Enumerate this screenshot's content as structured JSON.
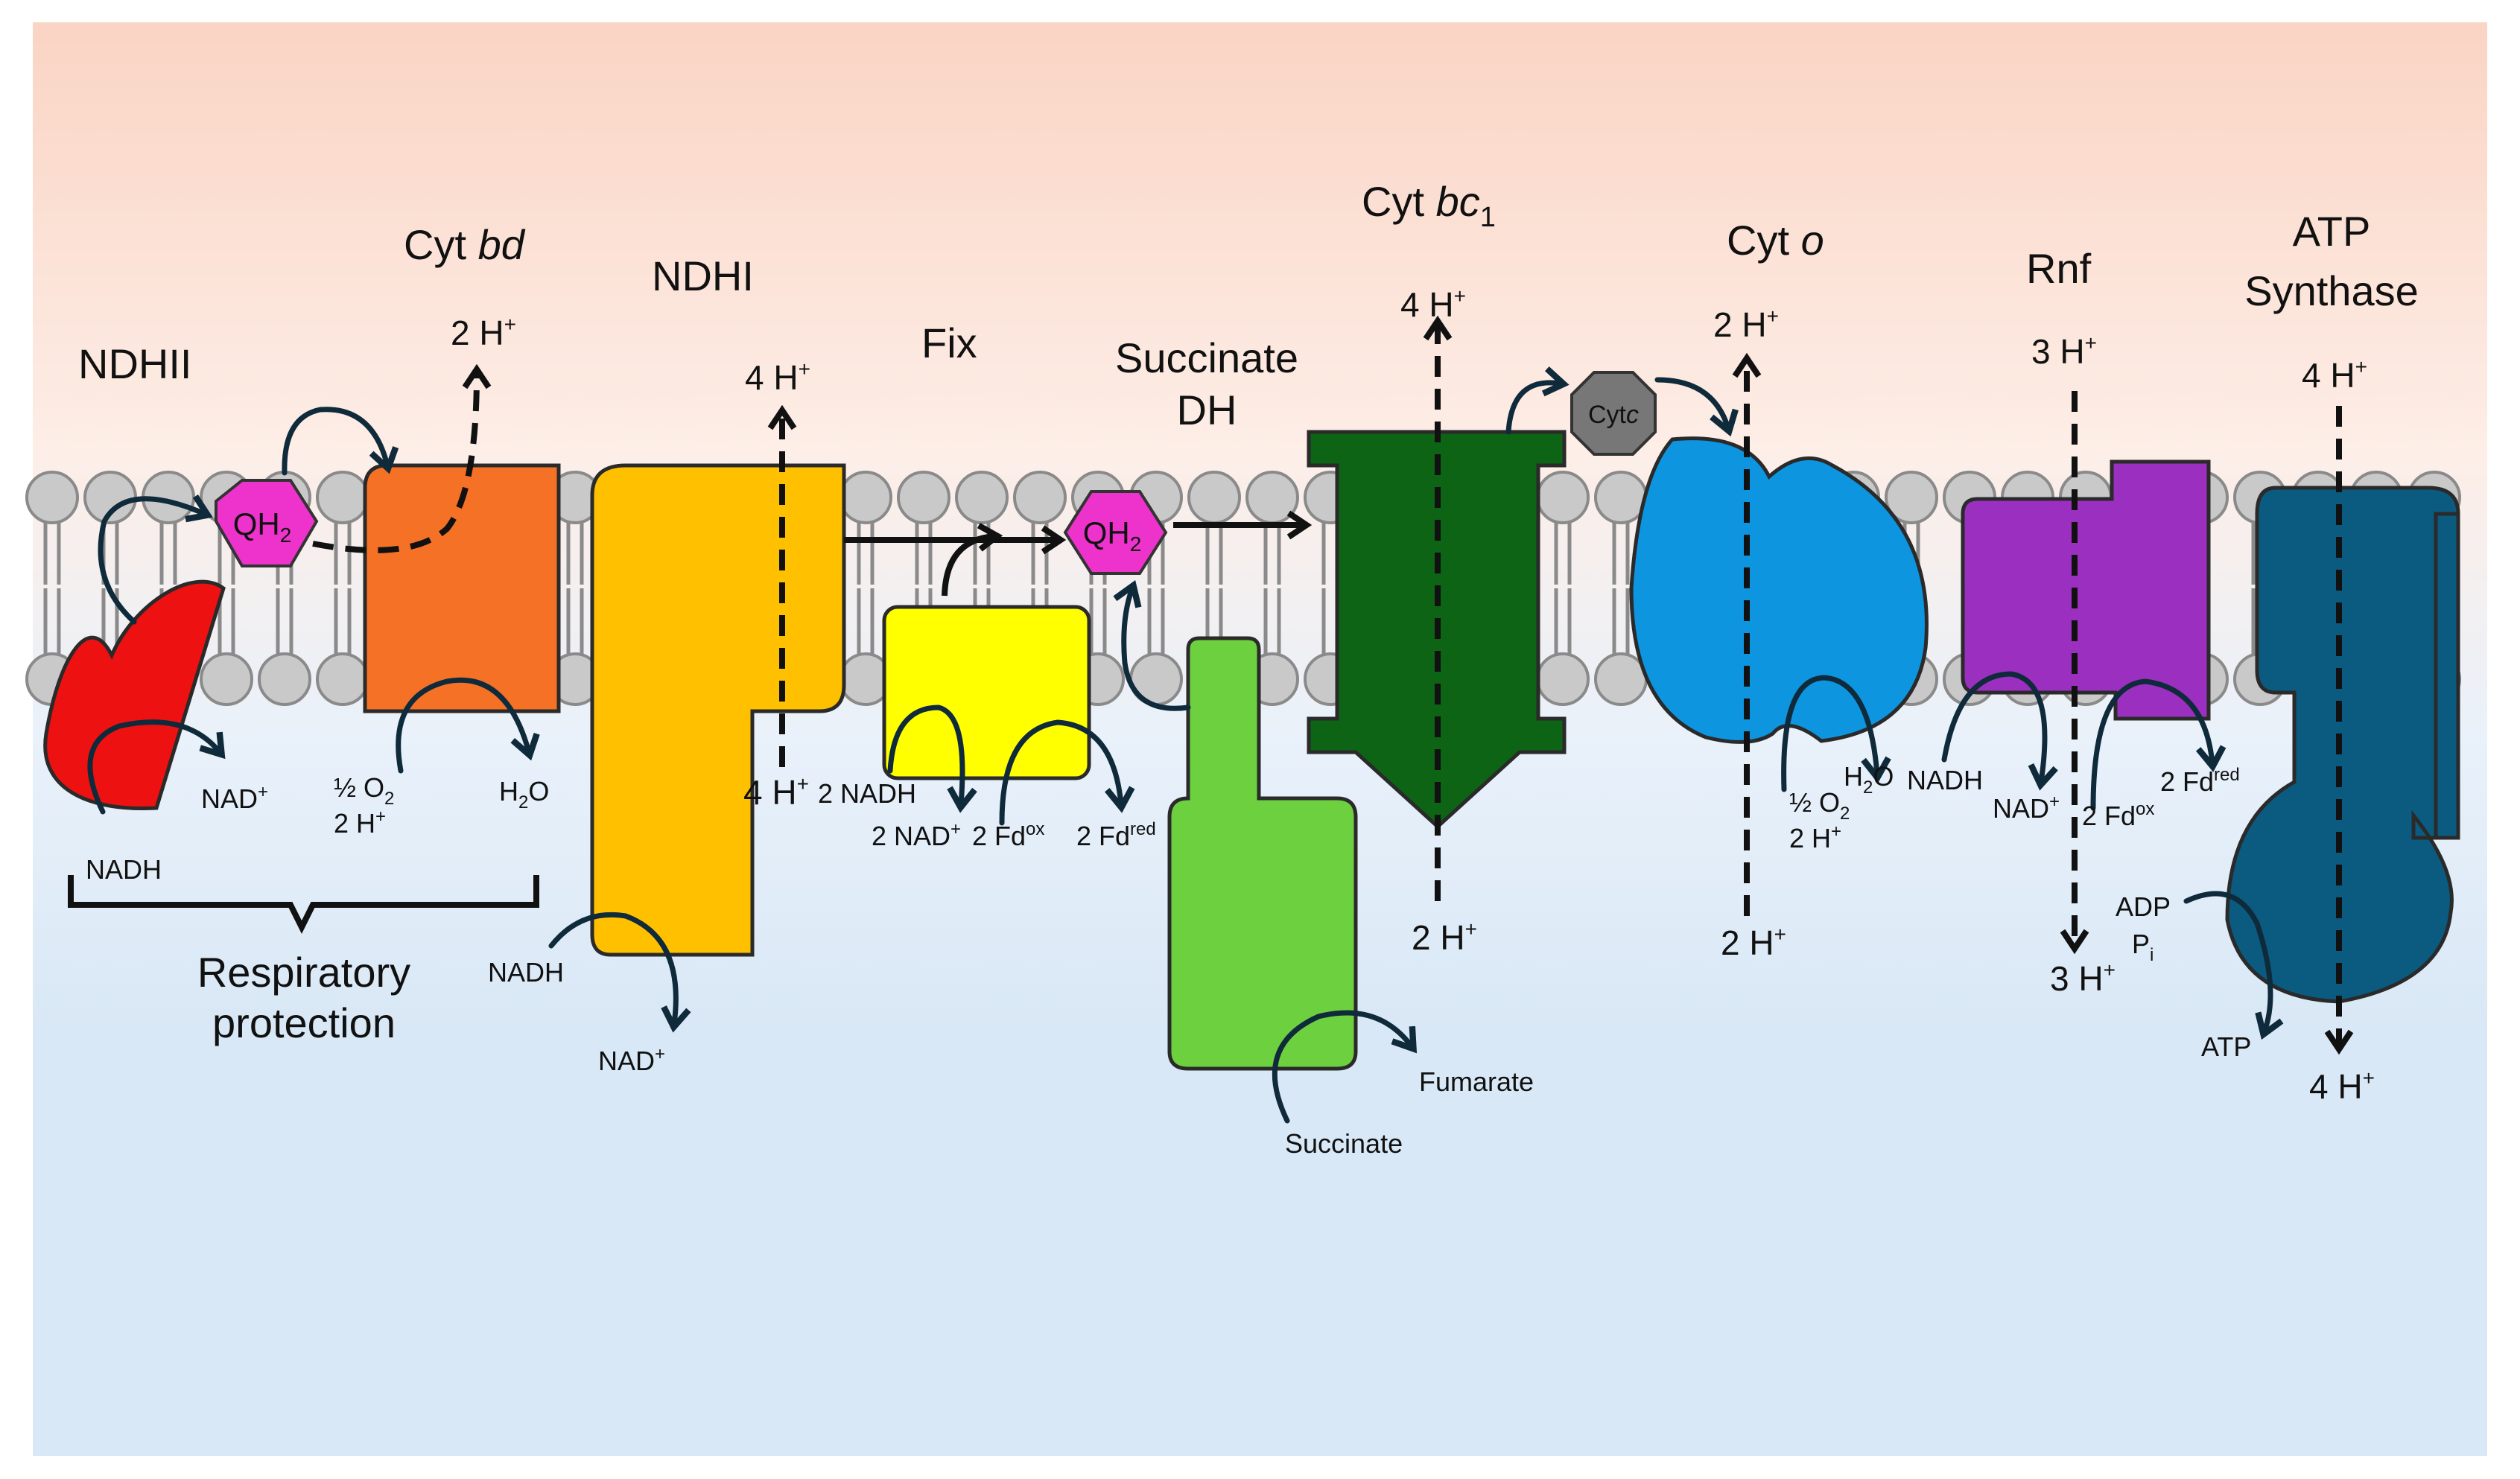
{
  "labels": {
    "ndhii": "NDHII",
    "cyt_bd_prefix": "Cyt ",
    "cyt_bd_italic": "bd",
    "ndhi": "NDHI",
    "fix": "Fix",
    "succ_dh_1": "Succinate",
    "succ_dh_2": "DH",
    "cyt_bc1_prefix": "Cyt ",
    "cyt_bc1_italic": "bc",
    "cyt_bc1_sub": "1",
    "cyt_o_prefix": "Cyt ",
    "cyt_o_italic": "o",
    "rnf": "Rnf",
    "atp_1": "ATP",
    "atp_2": "Synthase",
    "resp_1": "Respiratory",
    "resp_2": "protection"
  },
  "badges": {
    "qh2_main": "QH",
    "qh2_sub": "2",
    "cytc_main": "Cyt",
    "cytc_italic": "c"
  },
  "protons": {
    "cyt_bd_out": "2 H",
    "ndhi_out": "4 H",
    "ndhi_in": "4 H",
    "bc1_out": "4 H",
    "bc1_in": "2 H",
    "cyto_out": "2 H",
    "cyto_in": "2 H",
    "rnf_out": "3 H",
    "rnf_in": "3 H",
    "atp_out": "4 H",
    "atp_in": "4 H",
    "plus": "+"
  },
  "metabolites": {
    "ndhii_nad": "NAD",
    "ndhii_nadh": "NADH",
    "bd_o2_a": "½ O",
    "bd_o2_sub": "2",
    "bd_2h": "2 H",
    "bd_h2o_a": "H",
    "bd_h2o_sub": "2",
    "bd_h2o_b": "O",
    "ndhi_nadh": "NADH",
    "ndhi_nad": "NAD",
    "fix_2nadh": "2 NADH",
    "fix_2nad": "2 NAD",
    "fix_fdox": "2 Fd",
    "fix_fdox_sup": "ox",
    "fix_fdred": "2 Fd",
    "fix_fdred_sup": "red",
    "succinate": "Succinate",
    "fumarate": "Fumarate",
    "cyto_h2o_a": "H",
    "cyto_h2o_sub": "2",
    "cyto_h2o_b": "O",
    "cyto_o2_a": "½ O",
    "cyto_o2_sub": "2",
    "cyto_2h": "2 H",
    "rnf_nadh": "NADH",
    "rnf_nad": "NAD",
    "rnf_fdox": "2 Fd",
    "rnf_fdox_sup": "ox",
    "rnf_fdred": "2 Fd",
    "rnf_fdred_sup": "red",
    "adp": "ADP",
    "pi_main": "P",
    "pi_sub": "i",
    "atp": "ATP"
  },
  "colors": {
    "periplasm_top": "#fad4c4",
    "periplasm_mid": "#fdeee7",
    "cytoplasm_mid": "#e9f1fa",
    "cytoplasm": "#d9e8f6",
    "lipid_head": "#c9c9c9",
    "ndhii": "#ee1111",
    "cyt_bd": "#f47125",
    "ndhi": "#ffc000",
    "fix": "#ffff00",
    "succinate_dh": "#6dd03f",
    "cyt_bc1": "#0c6414",
    "cyt_o": "#0d95e0",
    "rnf": "#9b30c0",
    "atp_synthase": "#0b5a80",
    "qh2": "#ee33cc",
    "cytc": "#777777"
  }
}
